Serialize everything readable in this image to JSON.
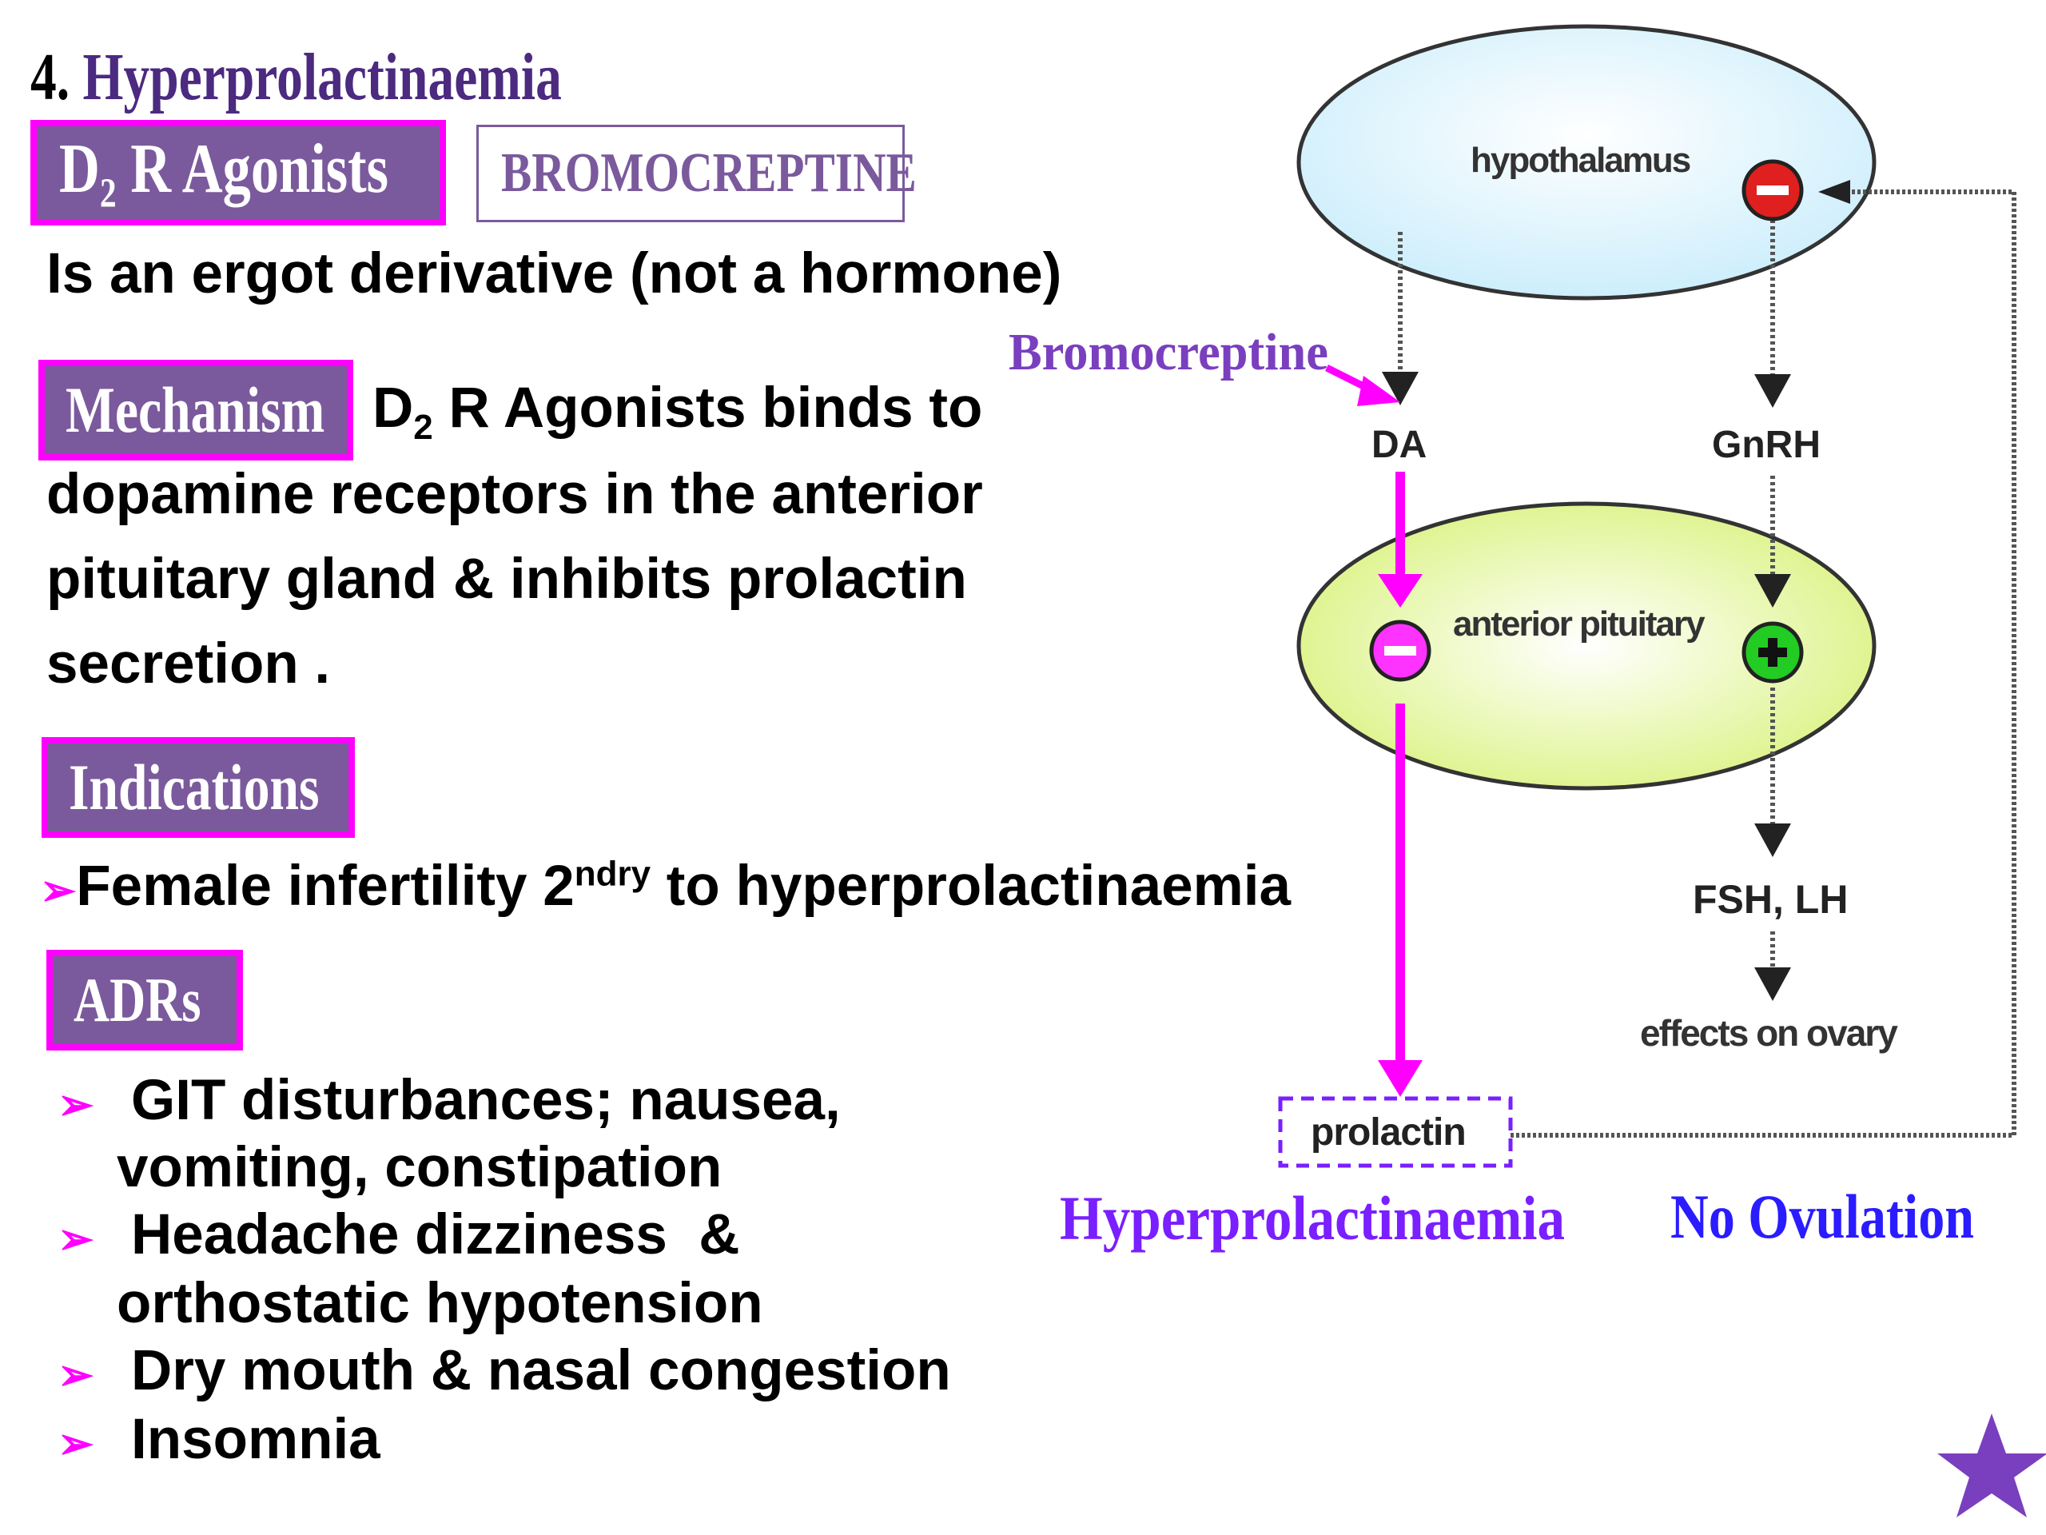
{
  "title": {
    "number": "4.",
    "text": "Hyperprolactinaemia"
  },
  "tags": {
    "d2_main": "D",
    "d2_sub": "2",
    "d2_rest": " R Agonists",
    "drug": "BROMOCREPTINE",
    "mechanism": "Mechanism",
    "indications": "Indications",
    "adrs": "ADRs"
  },
  "description": "Is an ergot derivative (not a hormone)",
  "mechanism": {
    "line1_a": "D",
    "line1_sub": "2",
    "line1_b": " R Agonists binds to",
    "line2": "dopamine receptors in the anterior",
    "line3": "pituitary gland & inhibits prolactin",
    "line4": "secretion ."
  },
  "indication": {
    "bullet": "➢",
    "pre": "Female infertility 2",
    "sup": "ndry",
    "post": " to hyperprolactinaemia"
  },
  "adrs": [
    {
      "bullet": "➢",
      "line1": "GIT disturbances; nausea,",
      "line2": "vomiting, constipation"
    },
    {
      "bullet": "➢",
      "line1": "Headache dizziness  &",
      "line2": "orthostatic hypotension"
    },
    {
      "bullet": "➢",
      "line1": "Dry mouth & nasal congestion"
    },
    {
      "bullet": "➢",
      "line1": "Insomnia"
    }
  ],
  "diagram": {
    "hypothalamus": "hypothalamus",
    "anterior_pituitary": "anterior pituitary",
    "bromocreptine": "Bromocreptine",
    "da": "DA",
    "gnrh": "GnRH",
    "fsh_lh": "FSH, LH",
    "effects": "effects on ovary",
    "prolactin": "prolactin",
    "minus": "−",
    "plus": "+",
    "caption_left": "Hyperprolactinaemia",
    "caption_right": "No Ovulation"
  },
  "colors": {
    "accent_purple": "#7a5a9c",
    "title_purple": "#4b2a80",
    "magenta": "#ff00ff",
    "caption_violet": "#7a1fff",
    "caption_blue": "#2a1cff",
    "hypothalamus_fill": "#e6f7ff",
    "pituitary_fill": "#eaf7b8",
    "inhibit_red": "#e0201e",
    "stimulate_green": "#22cc22",
    "star": "#7a3fbf"
  },
  "icons": [
    "arrow-bullet-icon",
    "minus-circle-icon",
    "plus-circle-icon",
    "star-icon"
  ]
}
